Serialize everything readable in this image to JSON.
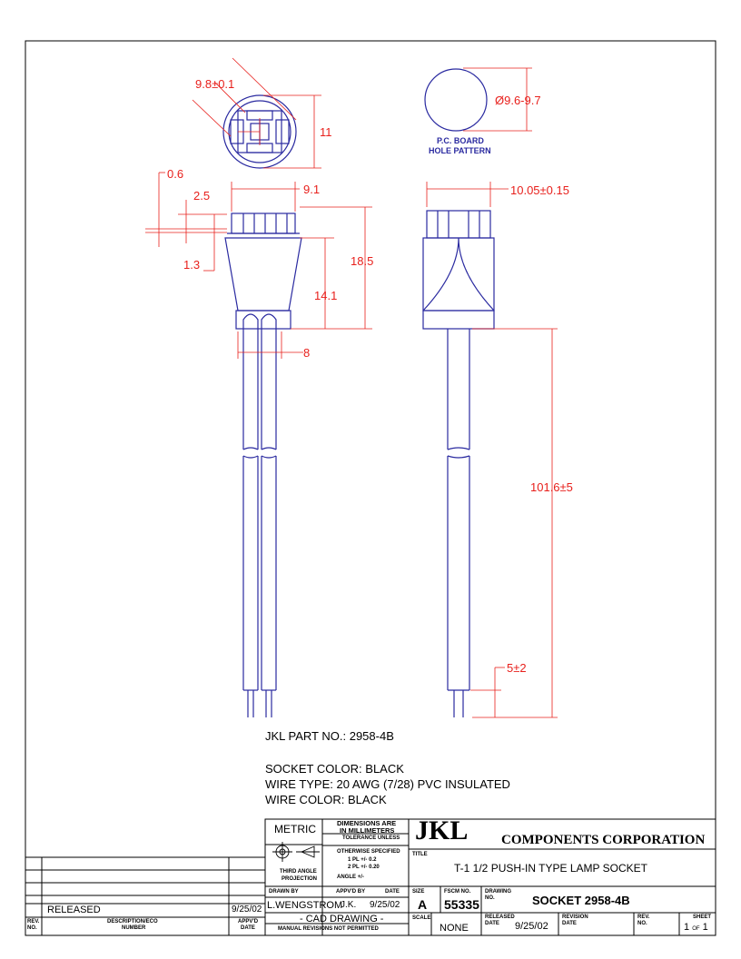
{
  "dimensions": {
    "top_width": "9.8±0.1",
    "top_height": "11",
    "hole_dia": "Ø9.6-9.7",
    "flange_gap": "0.6",
    "rim_height": "2.5",
    "lip": "1.3",
    "body_width": "9.1",
    "side_width": "10.05±0.15",
    "body_height": "18.5",
    "lower_height": "14.1",
    "wire_spacing": "8",
    "lead_length": "101.6±5",
    "strip_length": "5±2"
  },
  "hole_label": {
    "line1": "P.C. BOARD",
    "line2": "HOLE PATTERN"
  },
  "notes": {
    "part_no": "JKL PART NO.: 2958-4B",
    "socket_color": "SOCKET COLOR:  BLACK",
    "wire_type": "WIRE TYPE: 20 AWG (7/28) PVC INSULATED",
    "wire_color": "WIRE COLOR:  BLACK"
  },
  "title_block": {
    "metric": "METRIC",
    "dims_are_1": "DIMENSIONS ARE",
    "dims_are_2": "IN MILLIMETERS",
    "tol_1": "TOLERANCE UNLESS",
    "tol_2": "OTHERWISE SPECIFIED",
    "tol_3": "1 PL +/-    0.2",
    "tol_4": "2 PL +/-    0.20",
    "angle": "ANGLE +/-",
    "third_angle_1": "THIRD ANGLE",
    "third_angle_2": "PROJECTION",
    "logo": "JKL",
    "company": "COMPONENTS CORPORATION",
    "title_label": "TITLE",
    "title": "T-1 1/2 PUSH-IN TYPE LAMP SOCKET",
    "drawn_by_label": "DRAWN BY",
    "drawn_by": "L.WENGSTROM",
    "apprvd_by_label": "APPV'D BY",
    "apprvd_by": "J.K.",
    "date_label": "DATE",
    "date": "9/25/02",
    "size_label": "SIZE",
    "size": "A",
    "fscm_label": "FSCM NO.",
    "fscm": "55335",
    "drawing_no_label_1": "DRAWING",
    "drawing_no_label_2": "NO.",
    "drawing_no": "SOCKET 2958-4B",
    "cad_drawing": "- CAD DRAWING -",
    "manual_rev": "MANUAL REVISIONS NOT PERMITTED",
    "scale_label": "SCALE",
    "scale": "NONE",
    "released_label_1": "RELEASED",
    "released_label_2": "DATE",
    "released_date": "9/25/02",
    "revision_label_1": "REVISION",
    "revision_label_2": "DATE",
    "rev_no_label_1": "REV.",
    "rev_no_label_2": "NO.",
    "sheet_label": "SHEET",
    "sheet_value": "1",
    "sheet_of": "OF",
    "sheet_total": "1"
  },
  "revision_block": {
    "released": "RELEASED",
    "released_date": "9/25/02",
    "rev_no_1": "REV.",
    "rev_no_2": "NO.",
    "description_1": "DESCRIPTION/ECO",
    "description_2": "NUMBER",
    "appvd_1": "APPV'D",
    "appvd_2": "DATE"
  },
  "colors": {
    "dimension": "#e8201c",
    "outline": "#2a2aa0",
    "label": "#2a2aa0"
  }
}
